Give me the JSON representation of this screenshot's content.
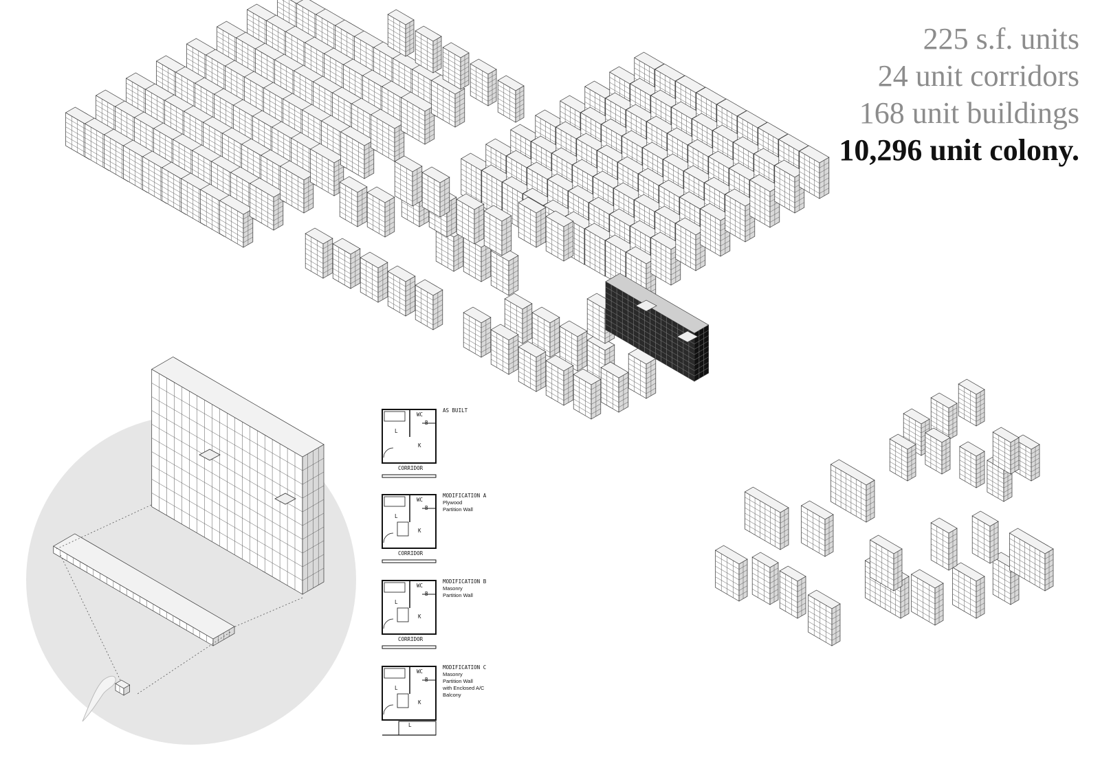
{
  "headline": {
    "line1": "225 s.f. units",
    "line2": "24 unit corridors",
    "line3": "168 unit buildings",
    "line4": "10,296 unit colony."
  },
  "plans": [
    {
      "title": "AS BUILT",
      "sub": [
        "",
        "",
        "",
        ""
      ],
      "corridor": "CORRIDOR",
      "bal": ""
    },
    {
      "title": "MODIFICATION A",
      "sub": [
        "Plywood",
        "Partition Wall",
        "",
        ""
      ],
      "corridor": "CORRIDOR",
      "bal": ""
    },
    {
      "title": "MODIFICATION B",
      "sub": [
        "Masonry",
        "Partition Wall",
        "",
        ""
      ],
      "corridor": "CORRIDOR",
      "bal": ""
    },
    {
      "title": "MODIFICATION C",
      "sub": [
        "Masonry",
        "Partition Wall",
        "with Enclosed A/C",
        "Balcony"
      ],
      "corridor": "",
      "bal": "L"
    }
  ],
  "room_labels": {
    "wc": "WC",
    "b": "B",
    "l": "L",
    "k": "K"
  },
  "colors": {
    "face_top": "#f2f2f2",
    "face_left": "#ffffff",
    "face_right": "#d9d9d9",
    "dark": "#1c1c1c",
    "circle": "#e6e6e6"
  }
}
